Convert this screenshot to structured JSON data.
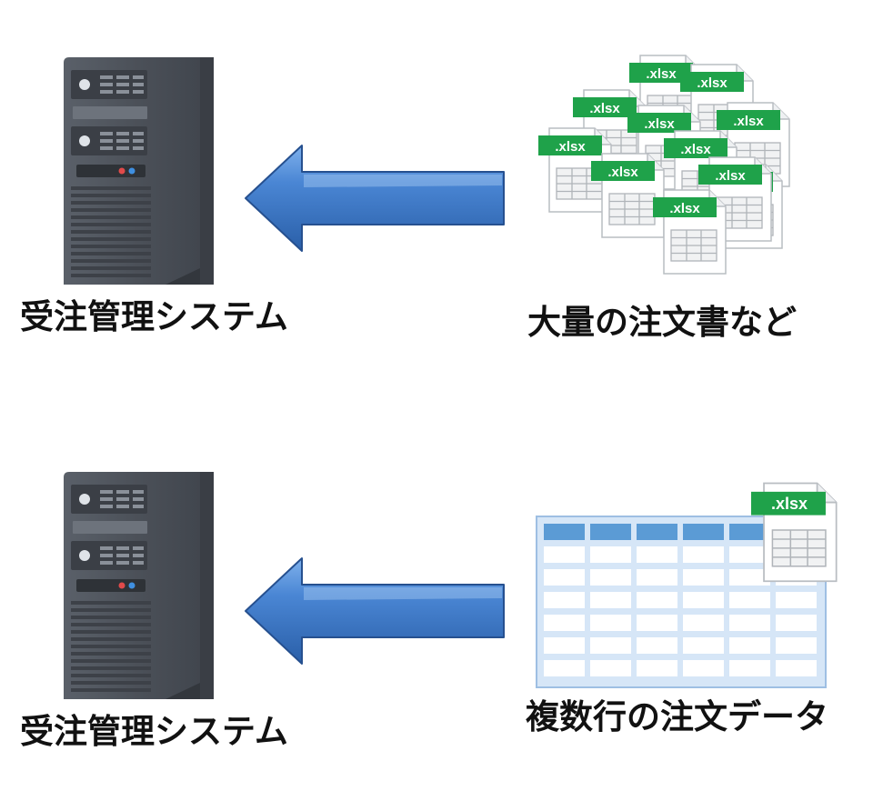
{
  "row1": {
    "system_label": "受注管理システム",
    "source_label": "大量の注文書など"
  },
  "row2": {
    "system_label": "受注管理システム",
    "source_label": "複数行の注文データ"
  },
  "file_ext": ".xlsx",
  "colors": {
    "arrow": "#3d78c8",
    "arrow_dark": "#2a5598",
    "server_body": "#4a4f57",
    "xlsx_tag": "#1fa24a",
    "sheet_header": "#5b9bd5",
    "sheet_bg": "#d6e6f7"
  },
  "icons": {
    "server": "server-tower-icon",
    "arrow": "arrow-left-icon",
    "file": "xlsx-file-icon",
    "sheet": "spreadsheet-icon"
  }
}
